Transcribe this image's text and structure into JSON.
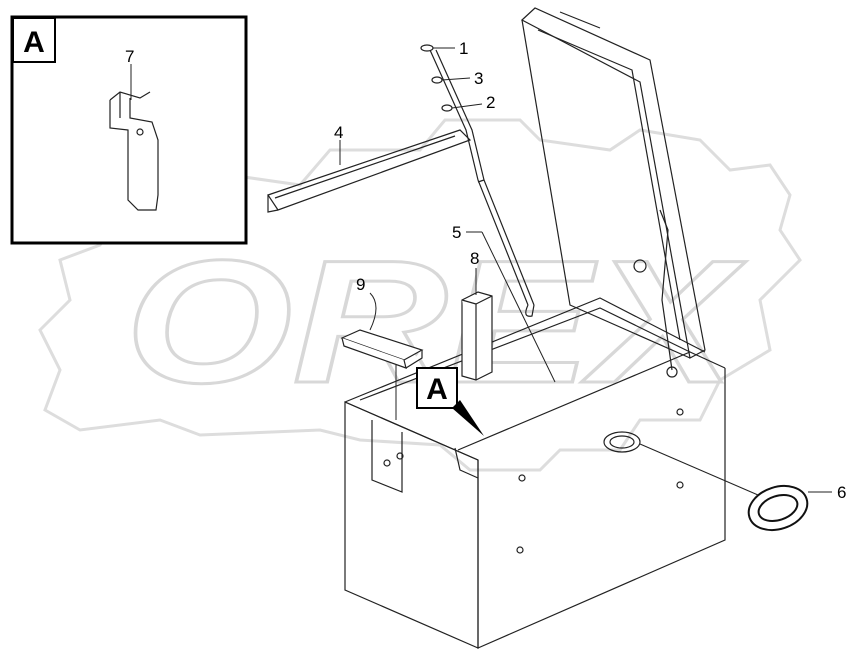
{
  "watermark": {
    "text": "OREX",
    "color": "#dcdcdc"
  },
  "detail_view": {
    "label": "A"
  },
  "view_marker": {
    "label": "A"
  },
  "callouts": {
    "c1": "1",
    "c2": "2",
    "c3": "3",
    "c4": "4",
    "c5": "5",
    "c6": "6",
    "c7": "7",
    "c8": "8",
    "c9": "9"
  },
  "colors": {
    "line": "#222222",
    "outline": "#000000",
    "background": "#ffffff"
  }
}
